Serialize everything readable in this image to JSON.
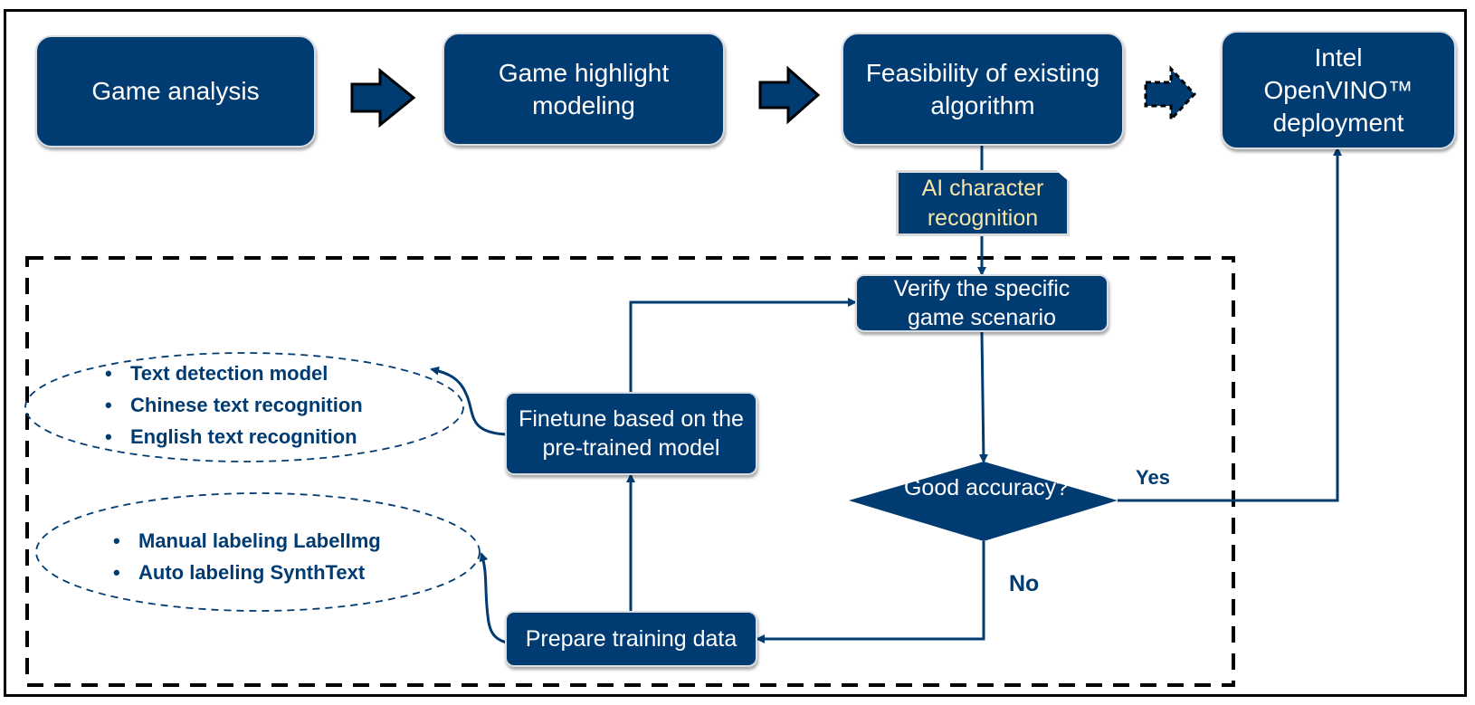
{
  "top_flow": {
    "steps": [
      {
        "label": "Game analysis"
      },
      {
        "label": "Game highlight modeling"
      },
      {
        "label": "Feasibility of existing algorithm"
      },
      {
        "label": "Intel OpenVINO™ deployment"
      }
    ]
  },
  "callout": {
    "label": "AI character recognition"
  },
  "loop": {
    "verify": "Verify the specific game scenario",
    "finetune": "Finetune based on the pre-trained model",
    "prepare": "Prepare training data",
    "decision": "Good accuracy?",
    "yes_label": "Yes",
    "no_label": "No"
  },
  "model_notes": {
    "items": [
      "Text detection model",
      "Chinese text recognition",
      "English text recognition"
    ]
  },
  "data_notes": {
    "items": [
      "Manual labeling LabelImg",
      "Auto labeling SynthText"
    ]
  },
  "colors": {
    "primary": "#003b72",
    "callout_text": "#f5e6a6",
    "frame": "#000000"
  }
}
